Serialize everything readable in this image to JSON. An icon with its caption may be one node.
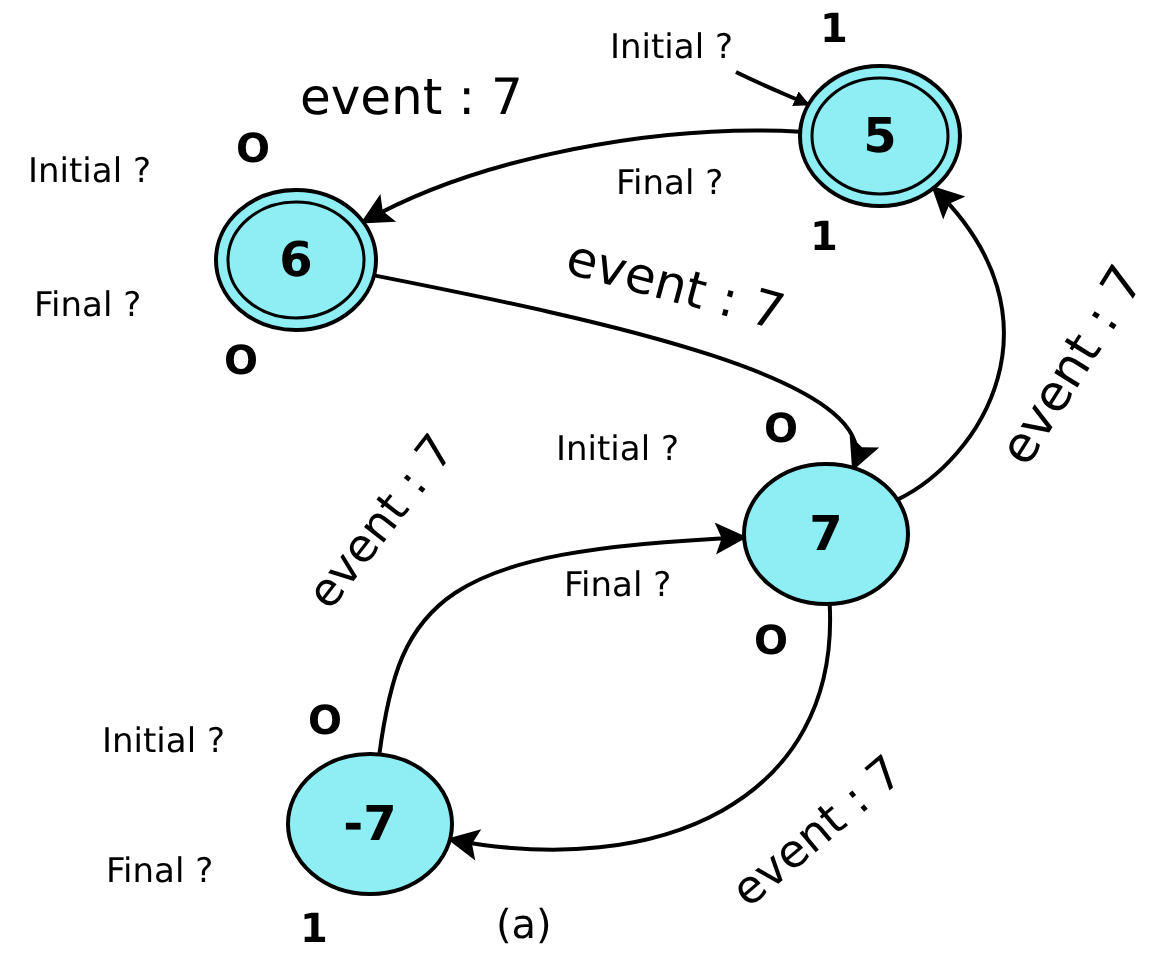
{
  "diagram": {
    "caption": "(a)",
    "nodes": [
      {
        "text": [
          "5"
        ],
        "beside": [
          "Initial ?",
          "1",
          "Final ?",
          "1"
        ]
      },
      {
        "text": [
          "6"
        ],
        "beside": [
          "Initial ?",
          "O",
          "Final ?",
          "O"
        ]
      },
      {
        "text": [
          "7"
        ],
        "beside": [
          "Initial ?",
          "O",
          "Final ?",
          "O"
        ]
      },
      {
        "text": [
          "-7"
        ],
        "beside": [
          "Initial ?",
          "O",
          "Final ?",
          "1"
        ]
      }
    ],
    "edges": [
      {
        "from": 0,
        "to": 1,
        "label": "event : 7",
        "arrow": "to"
      },
      {
        "from": 1,
        "to": 2,
        "label": "event : 7",
        "arrow": "to"
      },
      {
        "from": 2,
        "to": 0,
        "label": "event : 7",
        "arrow": "to"
      },
      {
        "from": 3,
        "to": 2,
        "label": "event : 7",
        "arrow": "to"
      },
      {
        "from": 2,
        "to": 3,
        "label": "event : 7",
        "arrow": "to"
      },
      {
        "from": null,
        "to": 0,
        "arrow": "to"
      }
    ]
  }
}
